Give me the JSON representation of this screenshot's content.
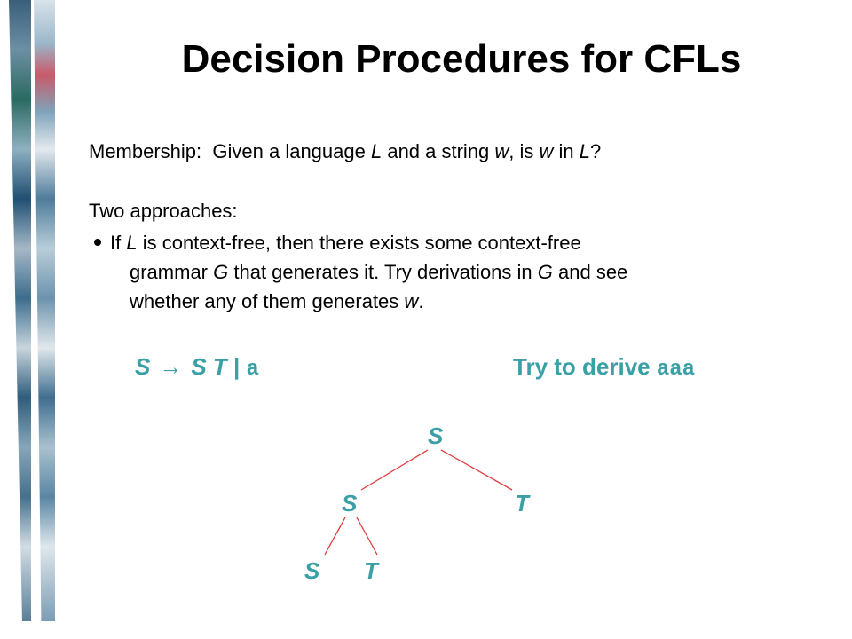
{
  "title": "Decision Procedures for CFLs",
  "membership": {
    "label": "Membership:",
    "text_a": "Given a language ",
    "L": "L",
    "text_b": " and a string ",
    "w": "w",
    "text_c": ", is ",
    "w2": "w",
    "text_d": " in ",
    "L2": "L",
    "text_e": "?"
  },
  "approaches_heading": "Two approaches:",
  "bullet": {
    "p1": "If ",
    "L": "L",
    "p2": " is context-free, then there exists some context-free",
    "p3": "grammar ",
    "G": "G",
    "p4": " that generates it.  Try derivations in ",
    "G2": "G",
    "p5": " and see",
    "p6": "whether any of them generates ",
    "w": "w",
    "p7": "."
  },
  "grammar": {
    "lhs": "S",
    "arrow": "→",
    "rhs_nt": "S T",
    "bar": "|",
    "rhs_t": "a"
  },
  "try_derive": {
    "label": "Try to derive",
    "string": "aaa"
  },
  "tree_nodes": {
    "root": "S",
    "mid_left": "S",
    "mid_right": "T",
    "leaf_left": "S",
    "leaf_right": "T"
  },
  "colors": {
    "accent": "#3aa0a6",
    "edge": "#e23a3a"
  }
}
